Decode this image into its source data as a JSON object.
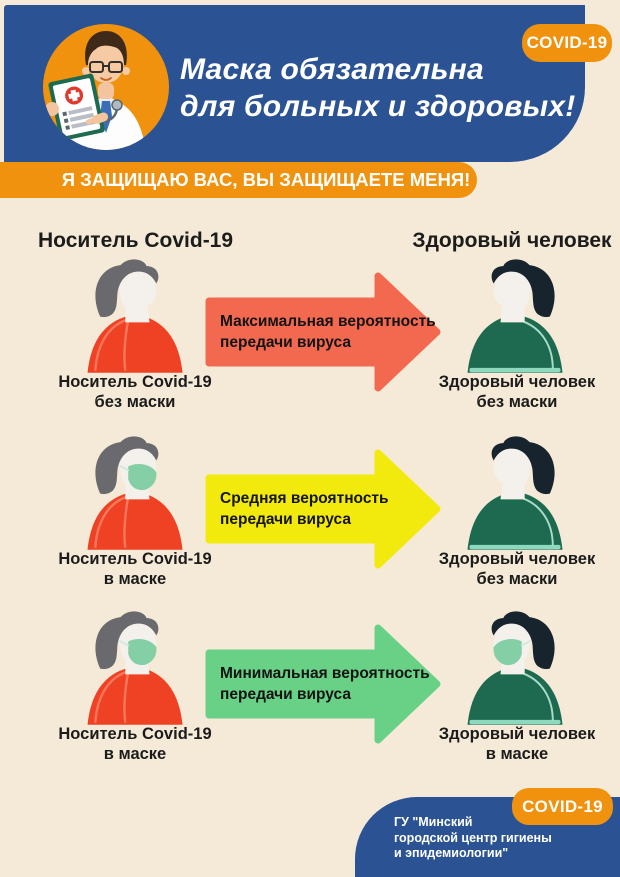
{
  "colors": {
    "background": "#f5ead7",
    "blue": "#2b5394",
    "orange": "#f0920e",
    "arrow_red": "#f26950",
    "arrow_yellow": "#f2ea0c",
    "arrow_green": "#68d186"
  },
  "header": {
    "title_line1": "Маска обязательна",
    "title_line2": "для больных и здоровых!",
    "badge": "COVID-19",
    "doctor_icon": "doctor-holding-medical-report"
  },
  "banner": {
    "text": "Я ЗАЩИЩАЮ ВАС, ВЫ ЗАЩИЩАЕТЕ МЕНЯ!"
  },
  "columns": {
    "left": "Носитель Covid-19",
    "right": "Здоровый человек"
  },
  "rows": [
    {
      "left": {
        "line1": "Носитель Covid-19",
        "line2": "без маски",
        "figure": "#fig-carrier",
        "icon": "covid-carrier-no-mask"
      },
      "arrow": {
        "color": "#f26950",
        "line1": "Максимальная вероятность",
        "line2": "передачи вируса"
      },
      "right": {
        "line1": "Здоровый человек",
        "line2": "без маски",
        "figure": "#fig-healthy",
        "icon": "healthy-person-no-mask"
      }
    },
    {
      "left": {
        "line1": "Носитель Covid-19",
        "line2": "в маске",
        "figure": "#fig-carrier-mask",
        "icon": "covid-carrier-masked"
      },
      "arrow": {
        "color": "#f2ea0c",
        "line1": "Средняя вероятность",
        "line2": "передачи вируса"
      },
      "right": {
        "line1": "Здоровый человек",
        "line2": "без маски",
        "figure": "#fig-healthy",
        "icon": "healthy-person-no-mask"
      }
    },
    {
      "left": {
        "line1": "Носитель Covid-19",
        "line2": "в маске",
        "figure": "#fig-carrier-mask",
        "icon": "covid-carrier-masked"
      },
      "arrow": {
        "color": "#68d186",
        "line1": "Минимальная вероятность",
        "line2": "передачи вируса"
      },
      "right": {
        "line1": "Здоровый человек",
        "line2": "в маске",
        "figure": "#fig-healthy-mask",
        "icon": "healthy-person-masked"
      }
    }
  ],
  "footer": {
    "badge": "COVID-19",
    "org_line1": "ГУ \"Минский",
    "org_line2": "городской центр гигиены",
    "org_line3": "и эпидемиологии\""
  }
}
